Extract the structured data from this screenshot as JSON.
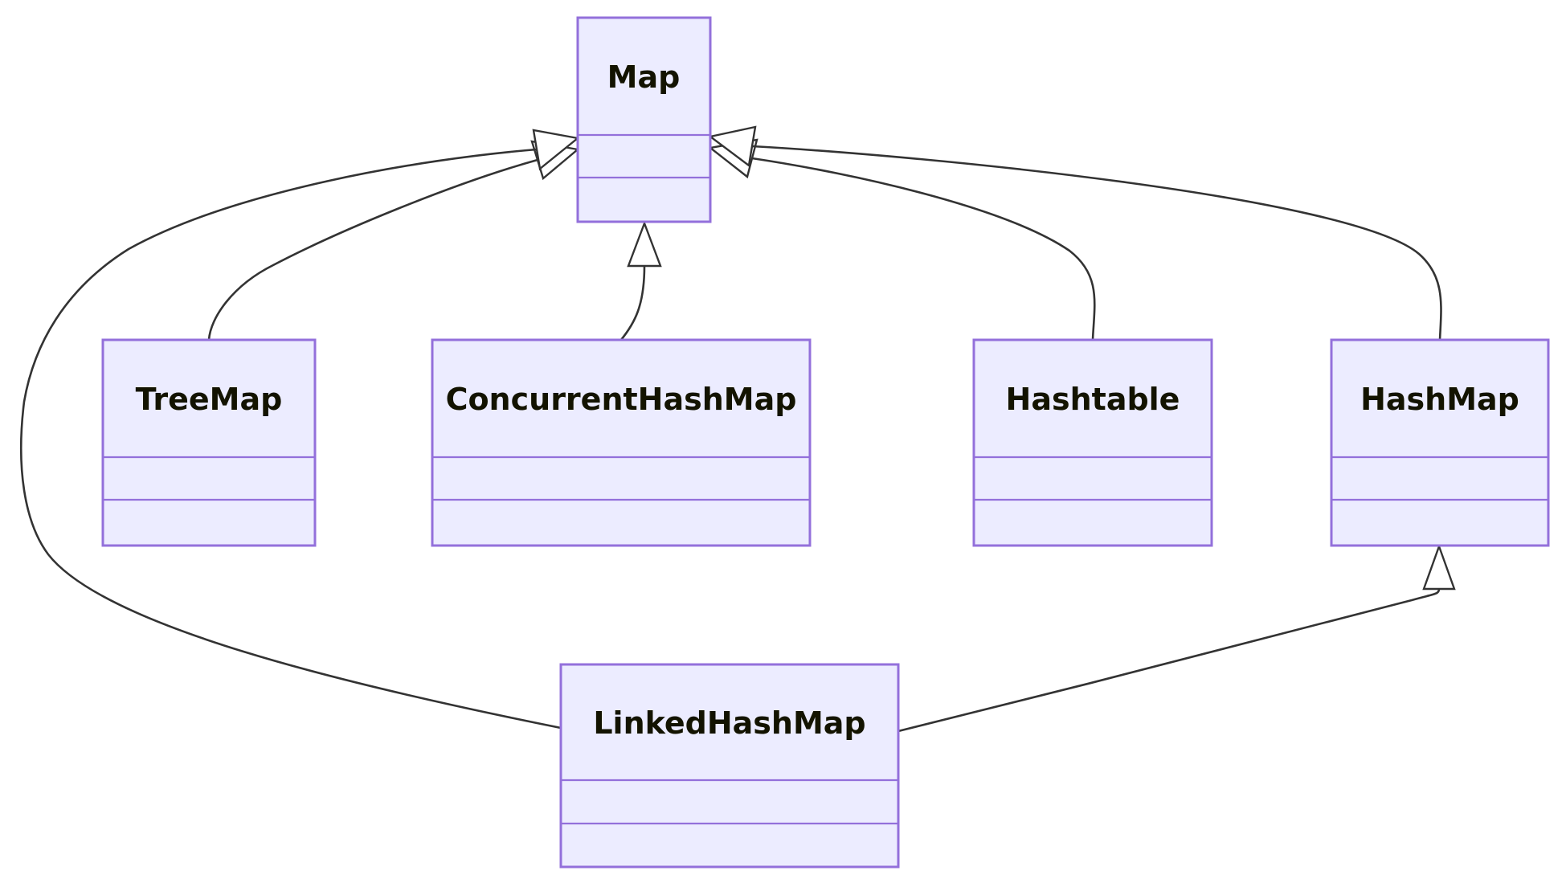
{
  "diagram": {
    "type": "uml-class-diagram",
    "classes": [
      {
        "id": "map",
        "name": "Map",
        "attributes": [],
        "methods": []
      },
      {
        "id": "treemap",
        "name": "TreeMap",
        "attributes": [],
        "methods": []
      },
      {
        "id": "concurrenthashmap",
        "name": "ConcurrentHashMap",
        "attributes": [],
        "methods": []
      },
      {
        "id": "hashtable",
        "name": "Hashtable",
        "attributes": [],
        "methods": []
      },
      {
        "id": "hashmap",
        "name": "HashMap",
        "attributes": [],
        "methods": []
      },
      {
        "id": "linkedhashmap",
        "name": "LinkedHashMap",
        "attributes": [],
        "methods": []
      }
    ],
    "relationships": [
      {
        "from": "TreeMap",
        "to": "Map",
        "type": "inheritance"
      },
      {
        "from": "LinkedHashMap",
        "to": "Map",
        "type": "inheritance"
      },
      {
        "from": "ConcurrentHashMap",
        "to": "Map",
        "type": "inheritance"
      },
      {
        "from": "Hashtable",
        "to": "Map",
        "type": "inheritance"
      },
      {
        "from": "HashMap",
        "to": "Map",
        "type": "inheritance"
      },
      {
        "from": "LinkedHashMap",
        "to": "HashMap",
        "type": "inheritance"
      }
    ],
    "colors": {
      "node_fill": "#ECECFF",
      "node_border": "#9370DB",
      "edge": "#333333",
      "text": "#131300",
      "background": "#FFFFFF"
    }
  }
}
